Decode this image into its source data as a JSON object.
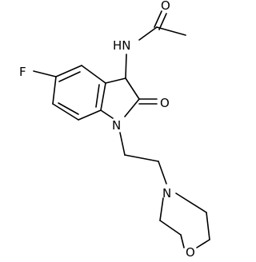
{
  "molecule": {
    "atom_labels": {
      "fluorine": "F",
      "amide_nh": "HN",
      "amide_oxygen": "O",
      "lactam_oxygen": "O",
      "indoline_nitrogen": "N",
      "morpholine_nitrogen": "N",
      "morpholine_oxygen": "O"
    }
  },
  "colors": {
    "bond": "#000000",
    "label": "#000000",
    "background": "#ffffff"
  }
}
